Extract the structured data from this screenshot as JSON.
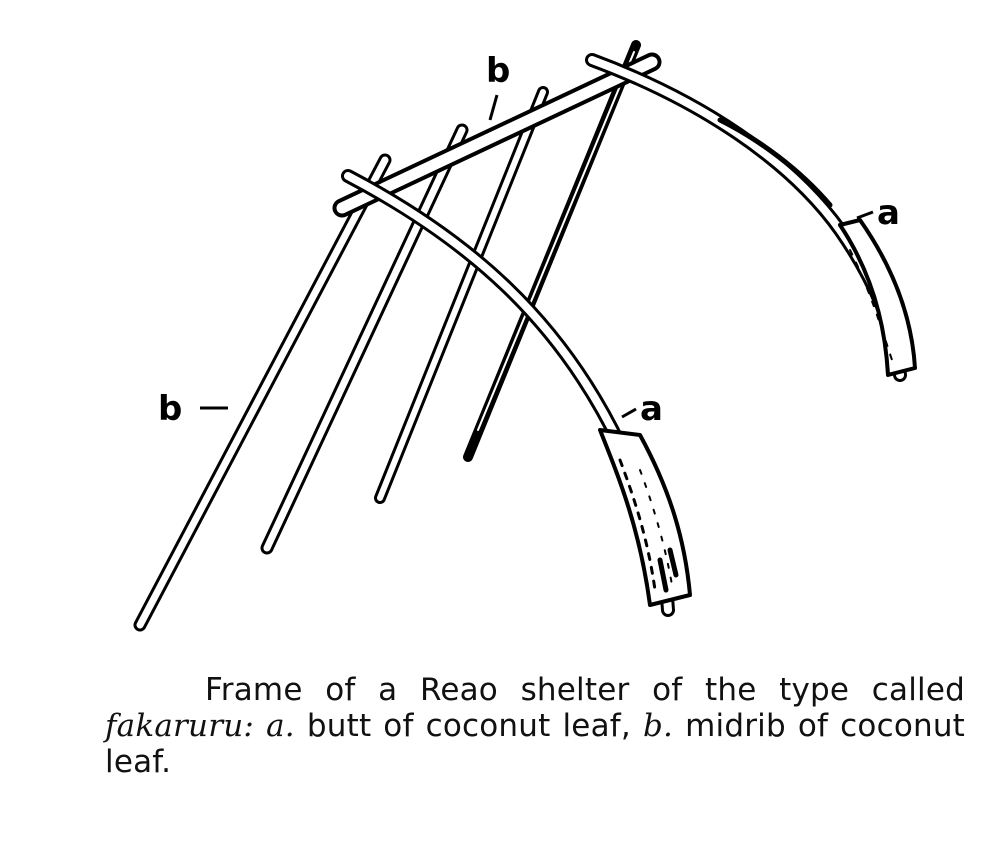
{
  "figure": {
    "labels": {
      "a_upper": "a",
      "a_lower": "a",
      "b_top": "b",
      "b_left": "b"
    }
  },
  "caption": {
    "line_start": "Frame of a Reao shelter of the type called",
    "term": "fakaruru:",
    "key_a": "a.",
    "desc_a": "butt of coconut leaf,",
    "key_b": "b.",
    "desc_b": "midrib of coconut leaf."
  }
}
